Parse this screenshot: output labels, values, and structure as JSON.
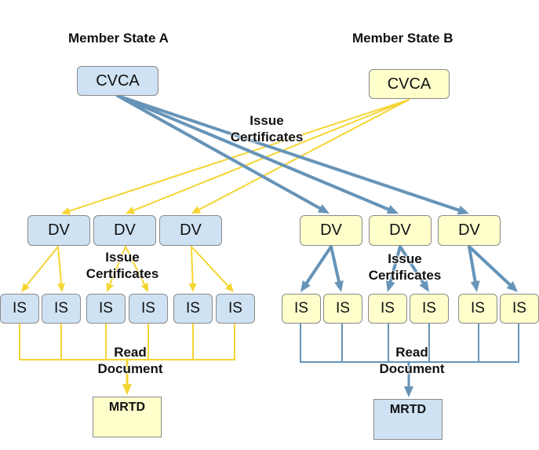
{
  "states": {
    "a": {
      "title": "Member State A",
      "cvca": "CVCA",
      "dvs": [
        "DV",
        "DV",
        "DV"
      ],
      "iss": [
        "IS",
        "IS",
        "IS",
        "IS",
        "IS",
        "IS"
      ],
      "mrtd": "MRTD",
      "color": "#cfe2f3",
      "arrow_color": "#6694b8"
    },
    "b": {
      "title": "Member State B",
      "cvca": "CVCA",
      "dvs": [
        "DV",
        "DV",
        "DV"
      ],
      "iss": [
        "IS",
        "IS",
        "IS",
        "IS",
        "IS",
        "IS"
      ],
      "mrtd": "MRTD",
      "color": "#ffffcc",
      "arrow_color": "#f5d533"
    }
  },
  "labels": {
    "issue_top": "Issue\nCertificates",
    "issue_left": "Issue\nCertificates",
    "issue_right": "Issue\nCertificates",
    "read_left": "Read\nDocument",
    "read_right": "Read\nDocument"
  }
}
